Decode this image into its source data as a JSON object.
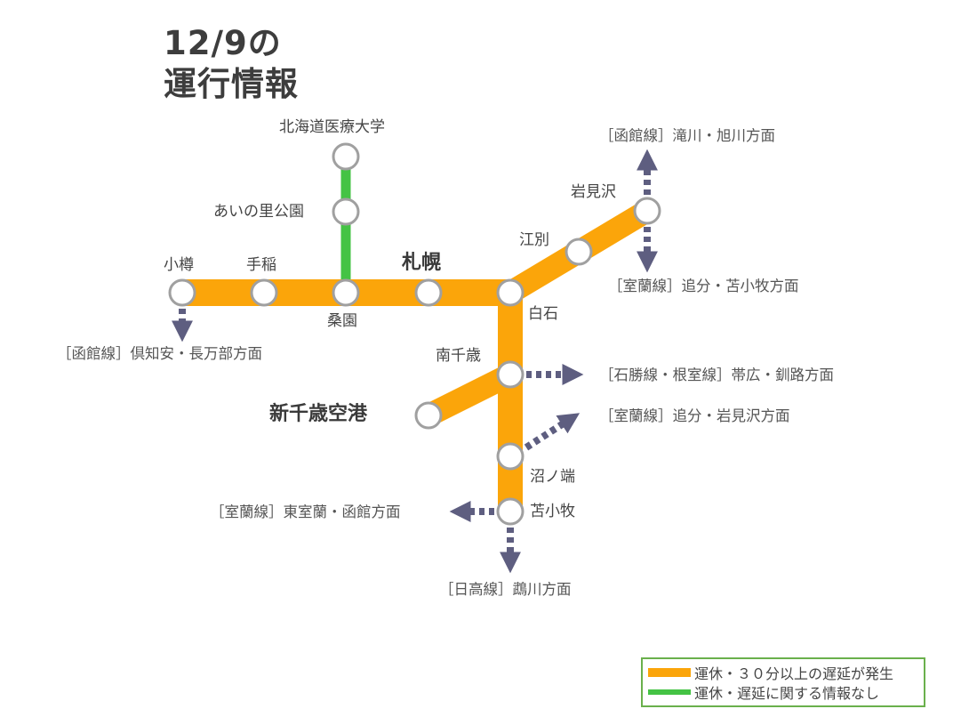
{
  "title": {
    "line1": "12/9の",
    "line2": "運行情報"
  },
  "colors": {
    "delayed": "#FBA50A",
    "no_info": "#44C344",
    "station_border": "#A0A0A0",
    "arrow": "#5E5E80",
    "legend_border": "#6AB04C"
  },
  "stations": {
    "otaru": "小樽",
    "teine": "手稲",
    "soen": "桑園",
    "sapporo": "札幌",
    "shiroishi": "白石",
    "ebetsu": "江別",
    "iwamizawa": "岩見沢",
    "hokkaido_iryo_daigaku": "北海道医療大学",
    "ainosato_koen": "あいの里公園",
    "minami_chitose": "南千歳",
    "shin_chitose_kuko": "新千歳空港",
    "numanohata": "沼ノ端",
    "tomakomai": "苫小牧"
  },
  "directions": {
    "hakodate_takikawa": "［函館線］滝川・旭川方面",
    "muroran_oiwake_tomakomai": "［室蘭線］追分・苫小牧方面",
    "hakodate_kutchan": "［函館線］倶知安・長万部方面",
    "sekisho_nemuro": "［石勝線・根室線］帯広・釧路方面",
    "muroran_oiwake_iwamizawa": "［室蘭線］追分・岩見沢方面",
    "muroran_higashimuroran": "［室蘭線］東室蘭・函館方面",
    "hidaka_mukawa": "［日高線］鵡川方面"
  },
  "legend": {
    "items": [
      {
        "label": "運休・３０分以上の遅延が発生",
        "color": "#FBA50A"
      },
      {
        "label": "運休・遅延に関する情報なし",
        "color": "#44C344"
      }
    ]
  }
}
